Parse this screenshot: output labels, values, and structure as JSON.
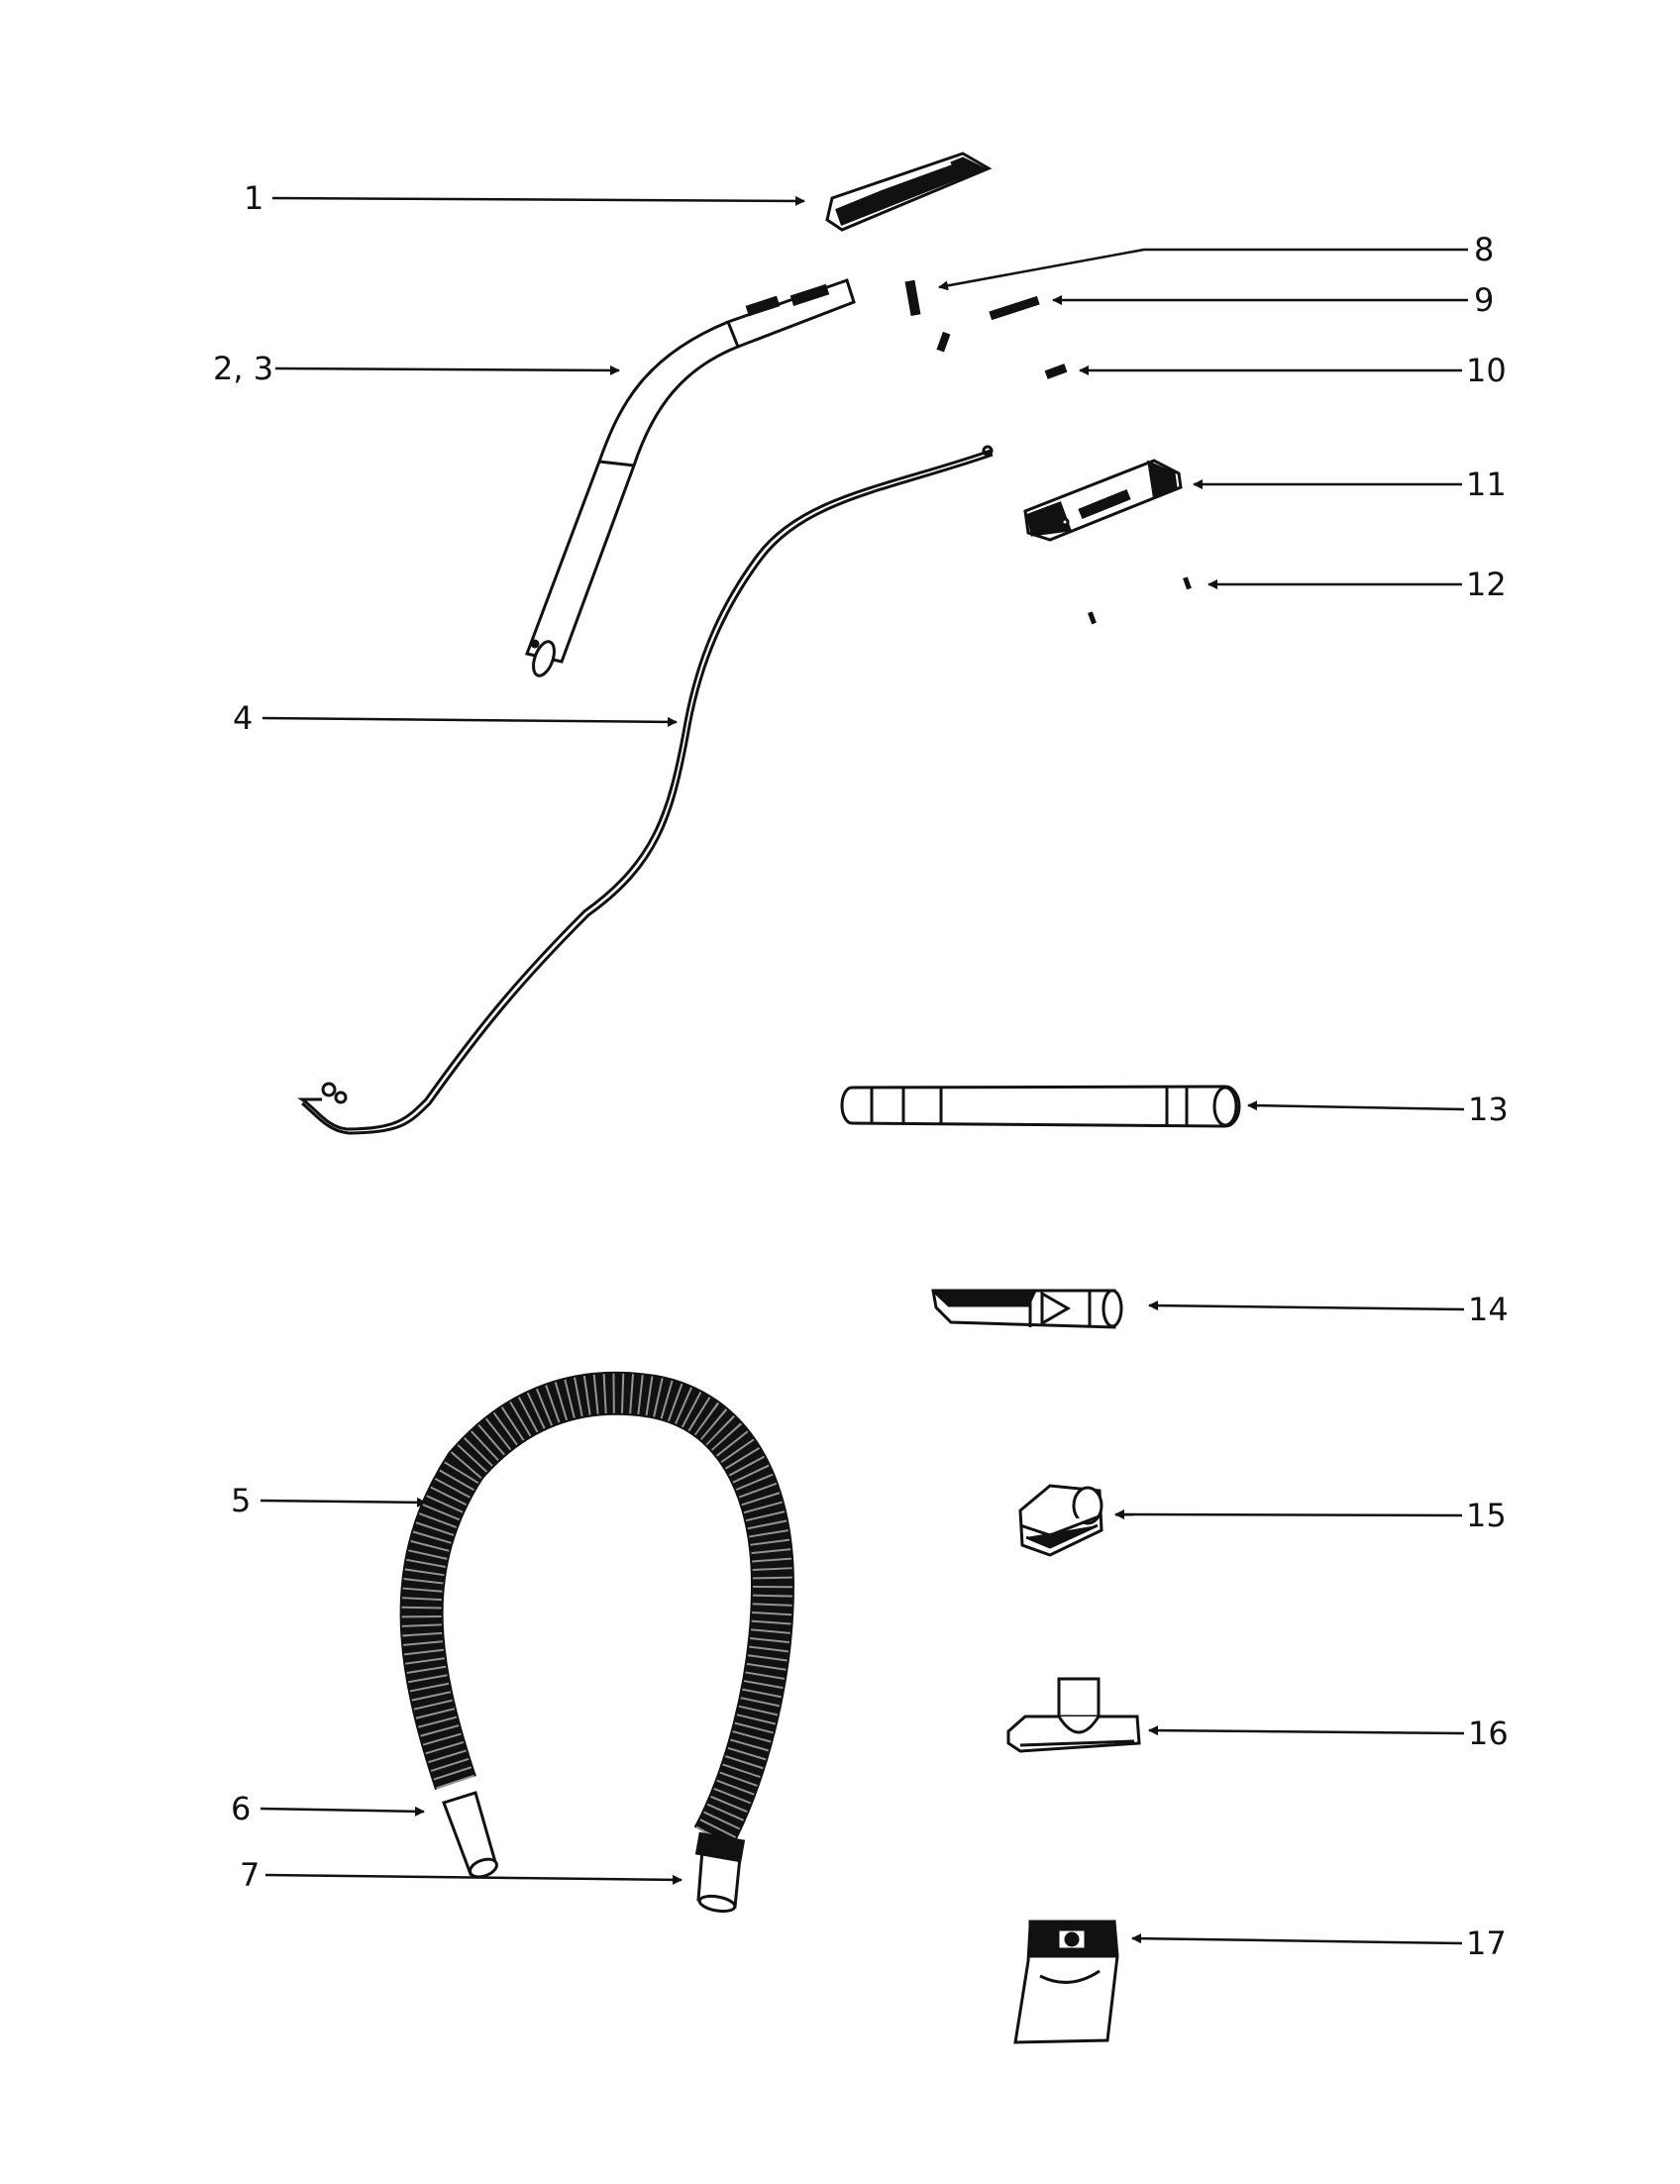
{
  "diagram": {
    "type": "exploded-parts-view",
    "line_color": "#111111",
    "background": "#ffffff",
    "callouts_left": [
      {
        "label": "1"
      },
      {
        "label": "2, 3"
      },
      {
        "label": "4"
      },
      {
        "label": "5"
      },
      {
        "label": "6"
      },
      {
        "label": "7"
      }
    ],
    "callouts_right": [
      {
        "label": "8"
      },
      {
        "label": "9"
      },
      {
        "label": "10"
      },
      {
        "label": "11"
      },
      {
        "label": "12"
      },
      {
        "label": "13"
      },
      {
        "label": "14"
      },
      {
        "label": "15"
      },
      {
        "label": "16"
      },
      {
        "label": "17"
      }
    ]
  }
}
